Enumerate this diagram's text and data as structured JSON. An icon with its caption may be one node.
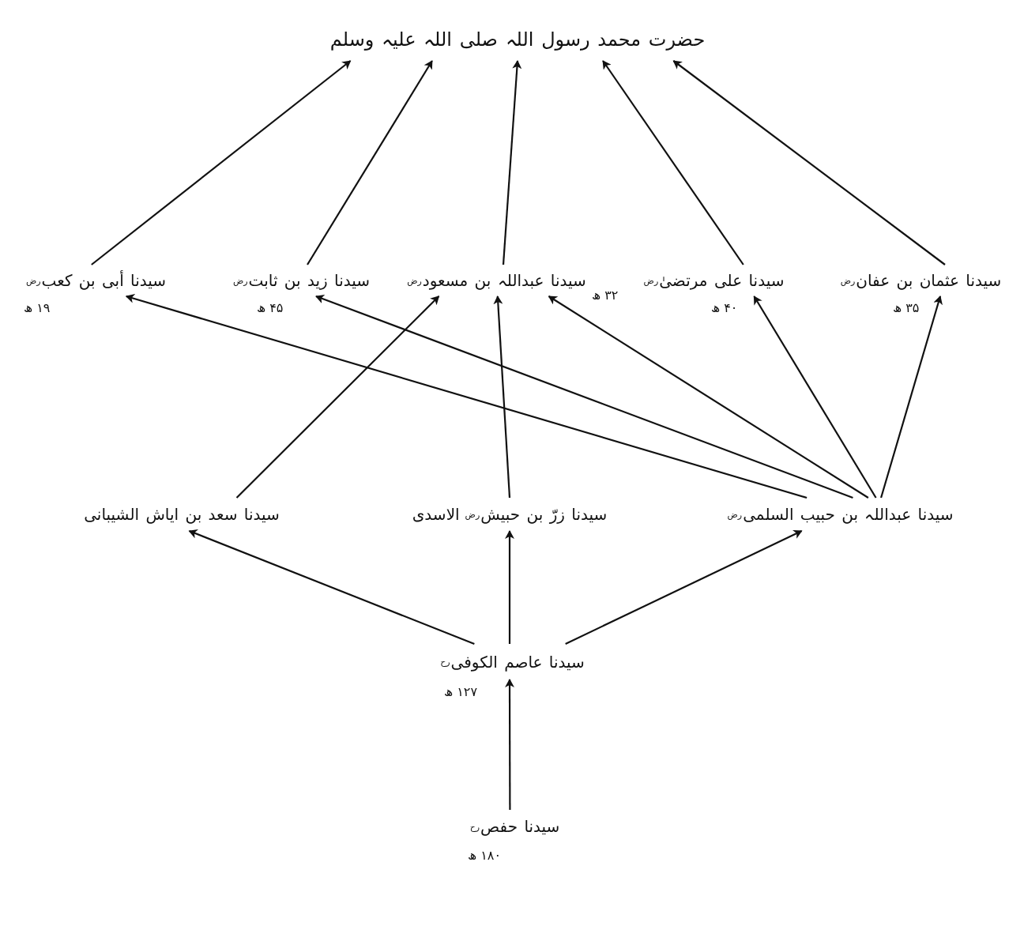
{
  "diagram": {
    "nodes": [
      {
        "text": [
          "حضرت محمد رسول اللہ صلی اللہ علیہ وسلم"
        ]
      },
      {
        "text": [
          "سیدنا عثمان بن عفان$^{رض}$"
        ],
        "beside": [
          "۳۵ ھ"
        ]
      },
      {
        "text": [
          "سیدنا علی مرتضیٰ$^{رض}$"
        ],
        "beside": [
          "۴۰ ھ"
        ]
      },
      {
        "text": [
          "سیدنا عبداللہ بن مسعود$^{رض}$"
        ],
        "beside": [
          "۳۲ ھ"
        ]
      },
      {
        "text": [
          "سیدنا زید بن ثابت$^{رض}$"
        ],
        "beside": [
          "۴۵ ھ"
        ]
      },
      {
        "text": [
          "سیدنا أبی بن کعب$^{رض}$"
        ],
        "beside": [
          "۱۹ ھ"
        ]
      },
      {
        "text": [
          "سیدنا عبداللہ بن حبیب السلمی$^{رض}$"
        ]
      },
      {
        "text": [
          "سیدنا زرّ بن حبیش$^{رض}$ الاسدی"
        ]
      },
      {
        "text": [
          "سیدنا سعد بن ایاش الشیبانی"
        ]
      },
      {
        "text": [
          "سیدنا عاصم الکوفی$^{رح}$"
        ],
        "beside": [
          "۱۲۷ ھ"
        ]
      },
      {
        "text": [
          "سیدنا حفص$^{رح}$"
        ],
        "beside": [
          "۱۸۰ ھ"
        ]
      }
    ],
    "edges": [
      {
        "from": 5,
        "to": 0,
        "arrow": "to"
      },
      {
        "from": 4,
        "to": 0,
        "arrow": "to"
      },
      {
        "from": 3,
        "to": 0,
        "arrow": "to"
      },
      {
        "from": 2,
        "to": 0,
        "arrow": "to"
      },
      {
        "from": 1,
        "to": 0,
        "arrow": "to"
      },
      {
        "from": 8,
        "to": 3,
        "arrow": "to"
      },
      {
        "from": 7,
        "to": 3,
        "arrow": "to"
      },
      {
        "from": 6,
        "to": 5,
        "arrow": "to"
      },
      {
        "from": 6,
        "to": 4,
        "arrow": "to"
      },
      {
        "from": 6,
        "to": 3,
        "arrow": "to"
      },
      {
        "from": 6,
        "to": 2,
        "arrow": "to"
      },
      {
        "from": 6,
        "to": 1,
        "arrow": "to"
      },
      {
        "from": 9,
        "to": 8,
        "arrow": "to"
      },
      {
        "from": 9,
        "to": 7,
        "arrow": "to"
      },
      {
        "from": 9,
        "to": 6,
        "arrow": "to"
      },
      {
        "from": 10,
        "to": 9,
        "arrow": "to"
      }
    ]
  }
}
